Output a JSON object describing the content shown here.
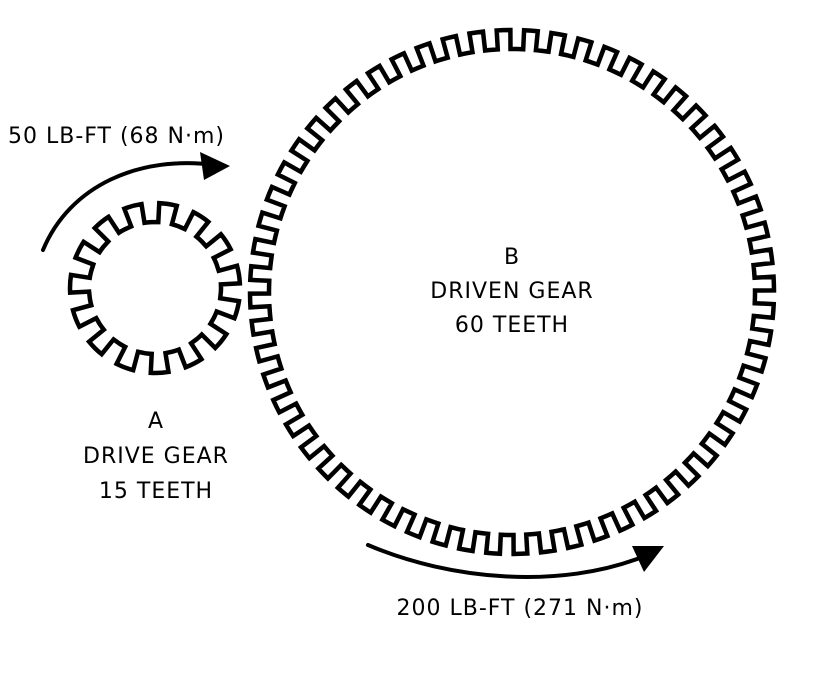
{
  "drive_gear": {
    "letter": "A",
    "name": "DRIVE GEAR",
    "teeth_label": "15 TEETH",
    "teeth": 15
  },
  "driven_gear": {
    "letter": "B",
    "name": "DRIVEN GEAR",
    "teeth_label": "60 TEETH",
    "teeth": 60
  },
  "input_torque": "50 LB-FT (68 N·m)",
  "output_torque": "200 LB-FT (271 N·m)",
  "colors": {
    "ink": "#000000",
    "background": "#ffffff"
  }
}
